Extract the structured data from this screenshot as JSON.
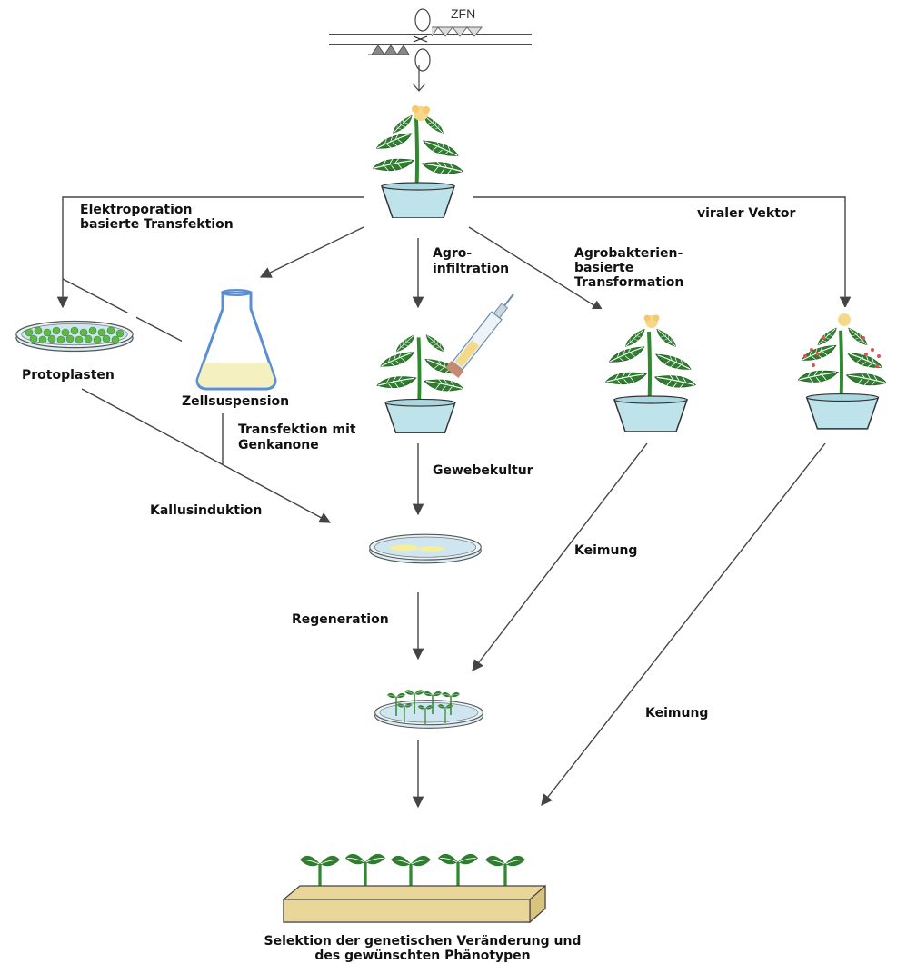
{
  "labels": {
    "zfn": "ZFN",
    "electroporation_1": "Elektroporation",
    "electroporation_2": "basierte Transfektion",
    "viral_vector": "viraler Vektor",
    "agro_1": "Agro-",
    "agro_2": "infiltration",
    "agrobact_1": "Agrobakterien-",
    "agrobact_2": "basierte",
    "agrobact_3": "Transformation",
    "protoplasts": "Protoplasten",
    "cell_suspension": "Zellsuspension",
    "transfection_1": "Transfektion mit",
    "transfection_2": "Genkanone",
    "tissue_culture": "Gewebekultur",
    "callus_induction": "Kallusinduktion",
    "germination_1": "Keimung",
    "regeneration": "Regeneration",
    "germination_2": "Keimung",
    "selection_1": "Selektion der genetischen Veränderung und",
    "selection_2": "des gewünschten Phänotypen"
  },
  "colors": {
    "leaf": "#2f7d2f",
    "leaf_vein": "#ffffff",
    "stem": "#2f8a2f",
    "pot": "#bfe3ea",
    "pot_stroke": "#333333",
    "flower": "#f6d88a",
    "arrow": "#444444",
    "dish": "#cfe6f0",
    "protoplast": "#5fb84a",
    "suspension": "#f5f0c0",
    "flask_stroke": "#5b8fd1",
    "soil": "#e9d79a",
    "infection": "#d9534f"
  }
}
